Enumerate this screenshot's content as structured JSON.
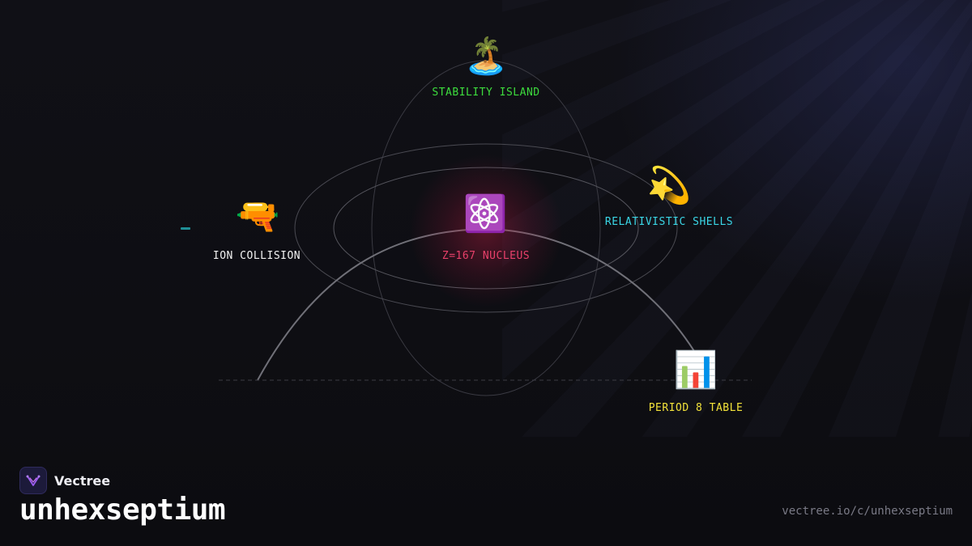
{
  "diagram": {
    "nodes": [
      {
        "id": "stability-island",
        "icon": "🏝️",
        "icon_name": "island-icon",
        "label": "STABILITY ISLAND",
        "color": "#3ddc3d"
      },
      {
        "id": "relativistic-shells",
        "icon": "💫",
        "icon_name": "dizzy-star-icon",
        "label": "RELATIVISTIC SHELLS",
        "color": "#3ad6e6"
      },
      {
        "id": "nucleus",
        "icon": "⚛️",
        "icon_name": "atom-icon",
        "label": "Z=167 NUCLEUS",
        "color": "#e8406a"
      },
      {
        "id": "ion-collision",
        "icon": "🔫",
        "icon_name": "ray-gun-icon",
        "label": "ION COLLISION",
        "color": "#f2f2f2"
      },
      {
        "id": "period-8-table",
        "icon": "📊",
        "icon_name": "bar-chart-icon",
        "label": "PERIOD 8 TABLE",
        "color": "#f2e23a"
      }
    ]
  },
  "footer": {
    "brand_name": "Vectree",
    "slug": "unhexseptium",
    "url": "vectree.io/c/unhexseptium"
  }
}
